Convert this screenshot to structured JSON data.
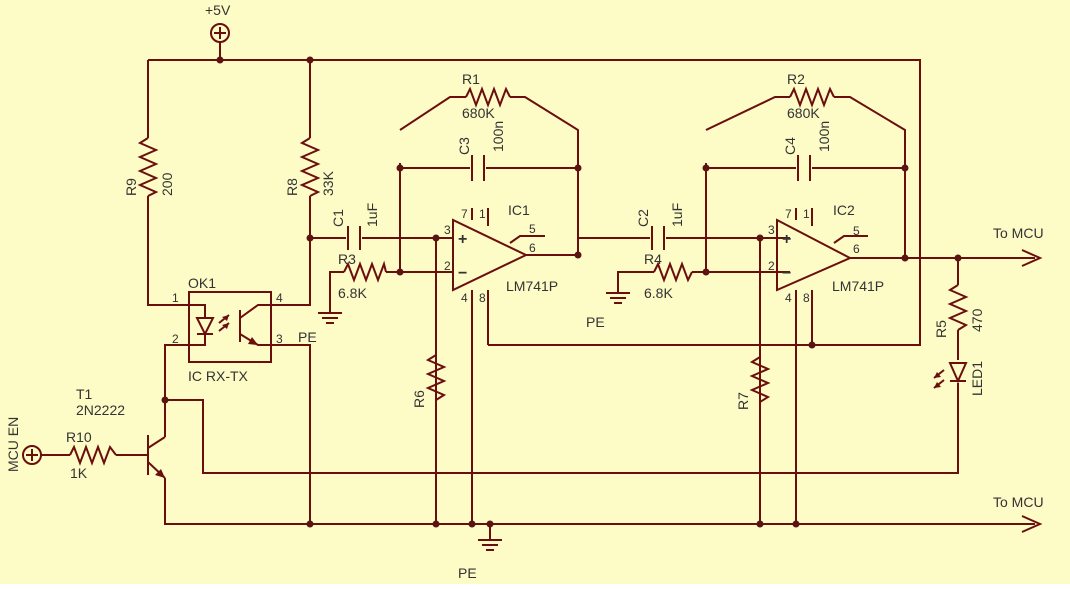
{
  "colors": {
    "background": "#fdfbc6",
    "wire": "#6b0e0e",
    "text": "#333333",
    "junction": "#5b1414"
  },
  "labels": {
    "vcc": "+5V",
    "r9_name": "R9",
    "r9_value": "200",
    "r8_name": "R8",
    "r8_value": "33K",
    "r1_name": "R1",
    "r1_value": "680K",
    "c3_name": "C3",
    "c3_value": "100n",
    "ic1_name": "IC1",
    "ic1_part": "LM741P",
    "r2_name": "R2",
    "r2_value": "680K",
    "c4_name": "C4",
    "c4_value": "100n",
    "ic2_name": "IC2",
    "ic2_part": "LM741P",
    "c1_name": "C1",
    "c1_value": "1uF",
    "c2_name": "C2",
    "c2_value": "1uF",
    "r3_name": "R3",
    "r3_value": "6.8K",
    "r4_name": "R4",
    "r4_value": "6.8K",
    "ok1_name": "OK1",
    "ok1_part": "IC RX-TX",
    "r6_name": "R6",
    "r7_name": "R7",
    "r5_name": "R5",
    "r5_value": "470",
    "led1_name": "LED1",
    "t1_name": "T1",
    "t1_part": "2N2222",
    "r10_name": "R10",
    "r10_value": "1K",
    "mcu_en": "MCU EN",
    "to_mcu_top": "To MCU",
    "to_mcu_bottom": "To MCU",
    "pe": "PE",
    "pin_1": "1",
    "pin_2": "2",
    "pin_3": "3",
    "pin_4": "4",
    "pin_5": "5",
    "pin_6": "6",
    "pin_7": "7",
    "pin_8": "8",
    "plus": "+",
    "minus": "−"
  }
}
